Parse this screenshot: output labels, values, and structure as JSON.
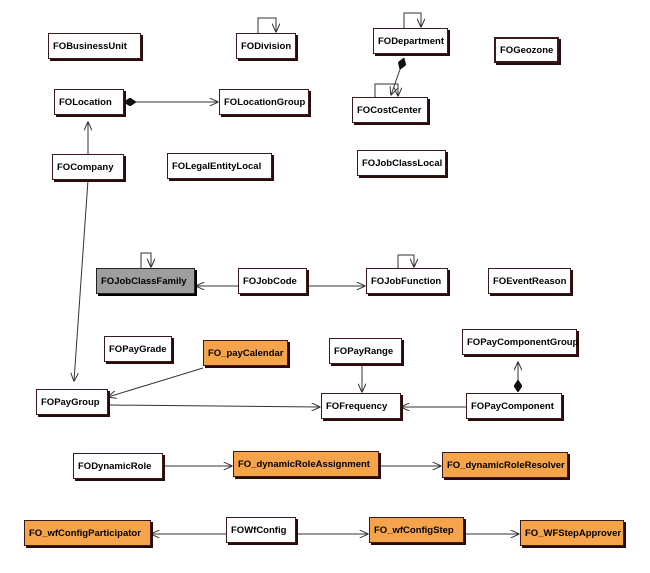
{
  "nodes": {
    "businessunit": {
      "label": "FOBusinessUnit",
      "fill": "pink"
    },
    "division": {
      "label": "FODivision",
      "fill": "pink"
    },
    "department": {
      "label": "FODepartment",
      "fill": "pink"
    },
    "geozone": {
      "label": "FOGeozone",
      "fill": "pink"
    },
    "location": {
      "label": "FOLocation",
      "fill": "pink"
    },
    "locationgroup": {
      "label": "FOLocationGroup",
      "fill": "pink"
    },
    "costcenter": {
      "label": "FOCostCenter",
      "fill": "pink"
    },
    "company": {
      "label": "FOCompany",
      "fill": "pink"
    },
    "legalentitylocal": {
      "label": "FOLegalEntityLocal",
      "fill": "pink"
    },
    "jobclasslocal": {
      "label": "FOJobClassLocal",
      "fill": "pink"
    },
    "jobclassfamily": {
      "label": "FOJobClassFamily",
      "fill": "gray"
    },
    "jobcode": {
      "label": "FOJobCode",
      "fill": "pink"
    },
    "jobfunction": {
      "label": "FOJobFunction",
      "fill": "pink"
    },
    "eventreason": {
      "label": "FOEventReason",
      "fill": "pink"
    },
    "paygrade": {
      "label": "FOPayGrade",
      "fill": "pink"
    },
    "paycalendar": {
      "label": "FO_payCalendar",
      "fill": "orange"
    },
    "payrange": {
      "label": "FOPayRange",
      "fill": "pink"
    },
    "paycomponentgroup": {
      "label": "FOPayComponentGroup",
      "fill": "pink"
    },
    "paygroup": {
      "label": "FOPayGroup",
      "fill": "pink"
    },
    "frequency": {
      "label": "FOFrequency",
      "fill": "pink"
    },
    "paycomponent": {
      "label": "FOPayComponent",
      "fill": "pink"
    },
    "dynamicrole": {
      "label": "FODynamicRole",
      "fill": "pink"
    },
    "dynamicroleassign": {
      "label": "FO_dynamicRoleAssignment",
      "fill": "orange"
    },
    "dynamicroleresolve": {
      "label": "FO_dynamicRoleResolver",
      "fill": "orange"
    },
    "wfconfigpart": {
      "label": "FO_wfConfigParticipator",
      "fill": "orange"
    },
    "wfconfig": {
      "label": "FOWfConfig",
      "fill": "pink"
    },
    "wfconfigstep": {
      "label": "FO_wfConfigStep",
      "fill": "orange"
    },
    "wfstepapprover": {
      "label": "FO_WFStepApprover",
      "fill": "orange"
    }
  },
  "colors": {
    "pink": "#f9d3d3",
    "orange": "#f6a44c",
    "gray": "#9e9e9e",
    "line": "#333333"
  }
}
